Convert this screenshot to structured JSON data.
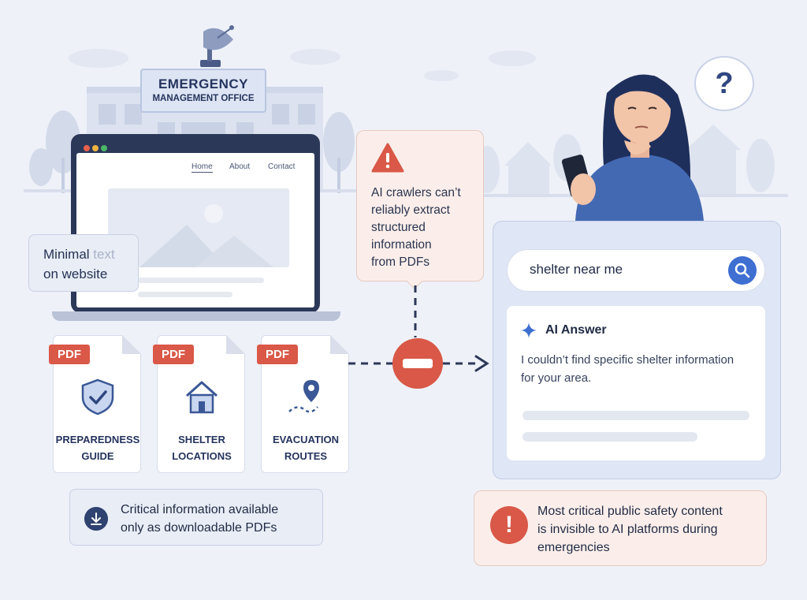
{
  "building": {
    "sign_line1": "EMERGENCY",
    "sign_line2": "MANAGEMENT OFFICE"
  },
  "website": {
    "nav": [
      "Home",
      "About",
      "Contact"
    ],
    "callout_line1_a": "Minimal ",
    "callout_line1_b": "text",
    "callout_line2": "on website"
  },
  "pdf_cards": [
    {
      "tag": "PDF",
      "icon": "shield-check-icon",
      "line1": "PREPAREDNESS",
      "line2": "GUIDE"
    },
    {
      "tag": "PDF",
      "icon": "house-icon",
      "line1": "SHELTER",
      "line2": "LOCATIONS"
    },
    {
      "tag": "PDF",
      "icon": "map-pin-route-icon",
      "line1": "EVACUATION",
      "line2": "ROUTES"
    }
  ],
  "critical_note": {
    "icon": "download-icon",
    "line1": "Critical information available",
    "line2": "only as downloadable PDFs"
  },
  "crawler_warning": {
    "icon": "warning-triangle-icon",
    "lines": [
      "AI crawlers can’t",
      "reliably extract",
      "structured",
      "information",
      "from PDFs"
    ]
  },
  "blocked": {
    "icon": "no-entry-icon"
  },
  "person": {
    "question_mark": "?"
  },
  "ai_panel": {
    "search_query": "shelter near me",
    "search_icon": "search-icon",
    "answer_title": "AI Answer",
    "answer_icon": "sparkle-icon",
    "answer_line1": "I couldn’t find specific shelter information",
    "answer_line2": "for your area."
  },
  "alert": {
    "icon": "exclamation-icon",
    "symbol": "!",
    "lines": [
      "Most critical public safety content",
      "is invisible to AI platforms during",
      "emergencies"
    ]
  },
  "colors": {
    "accent_blue": "#3e6fd1",
    "navy": "#2c3858",
    "alert_red": "#d95847",
    "background": "#eef1f8"
  }
}
